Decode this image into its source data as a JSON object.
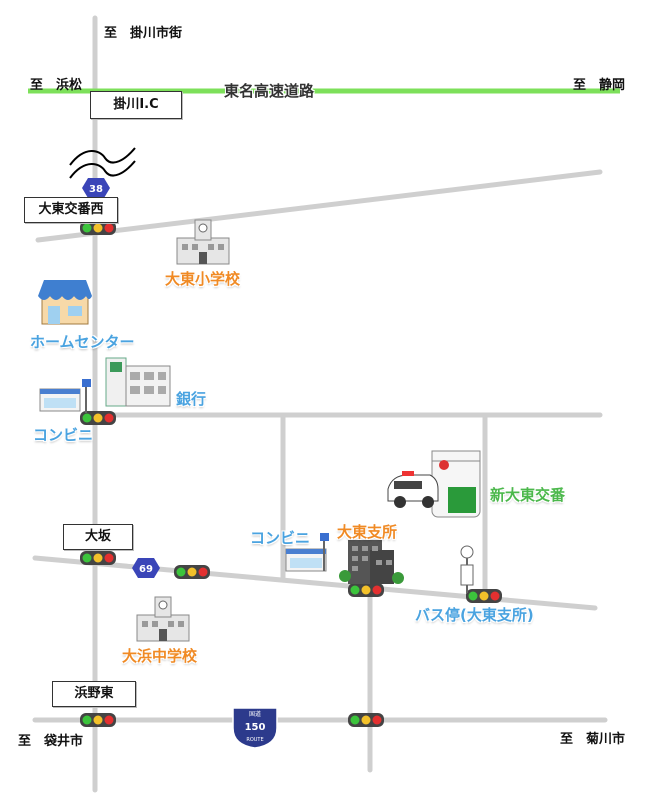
{
  "directions": {
    "north": "至　掛川市街",
    "west_top": "至　浜松",
    "east_top": "至　静岡",
    "west_bottom": "至　袋井市",
    "east_bottom": "至　菊川市"
  },
  "highway": {
    "name": "東名高速道路",
    "interchange": "掛川I.C",
    "color": "#7de05a"
  },
  "intersections": {
    "daito_koban_nishi": "大東交番西",
    "osaka": "大坂",
    "hamano_higashi": "浜野東"
  },
  "routes": {
    "r38": "38",
    "r69": "69",
    "r150_top": "国道",
    "r150_num": "150",
    "r150_bottom": "ROUTE"
  },
  "pois": {
    "daito_elementary": "大東小学校",
    "home_center": "ホームセンター",
    "bank": "銀行",
    "convenience_1": "コンビニ",
    "convenience_2": "コンビニ",
    "daito_branch": "大東支所",
    "new_daito_koban": "新大東交番",
    "bus_stop": "バス停(大東支所)",
    "ohama_junior_high": "大浜中学校"
  },
  "colors": {
    "orange": "#f08a24",
    "blue": "#4aa3e0",
    "green": "#4cb84c",
    "road": "#cfcfcf"
  }
}
